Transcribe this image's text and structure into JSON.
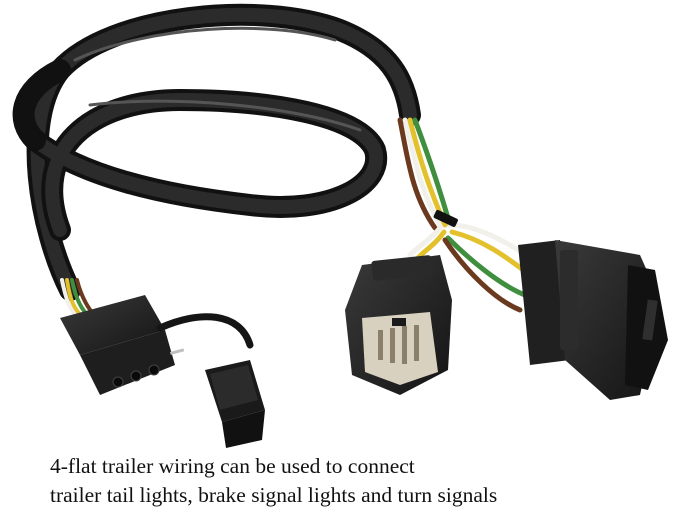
{
  "caption": {
    "line1": "4-flat trailer wiring can be used to connect",
    "line2": "trailer tail lights, brake signal lights and turn signals"
  },
  "colors": {
    "background": "#ffffff",
    "harness": "#1b1b1b",
    "connector": "#232323",
    "pin_face": "#d9d1bf",
    "wire_yellow": "#e3c12d",
    "wire_green": "#3f8f3f",
    "wire_brown": "#6b3a1e",
    "wire_white": "#f2f0ea",
    "caption_text": "#111111"
  },
  "image": {
    "subject": "trailer-wiring-harness",
    "parts": [
      "corrugated-loom-cable",
      "4-flat-trailer-plug",
      "dust-cap",
      "female-vehicle-connector",
      "male-vehicle-connector",
      "cable-tie"
    ]
  }
}
